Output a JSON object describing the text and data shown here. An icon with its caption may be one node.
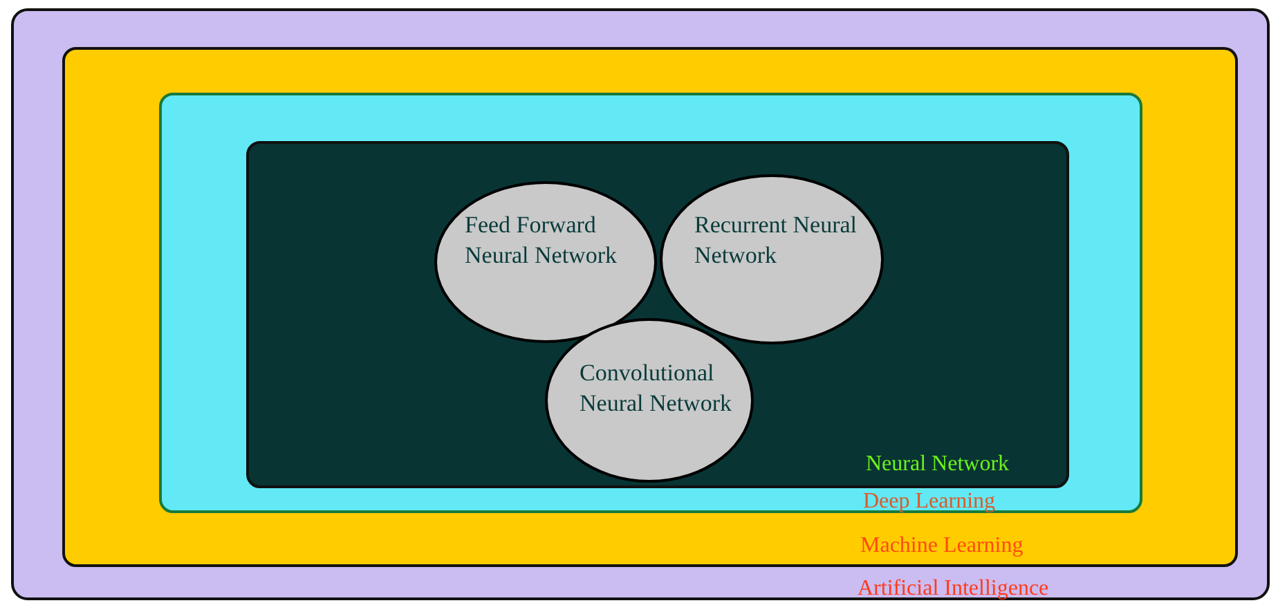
{
  "diagram": {
    "nodes": [
      {
        "text": [
          "Artificial Intelligence"
        ]
      },
      {
        "text": [
          "Machine Learning"
        ],
        "in": 0
      },
      {
        "text": [
          "Deep Learning"
        ],
        "in": 1
      },
      {
        "text": [
          "Neural Network"
        ],
        "in": 2
      },
      {
        "text": [
          "Feed Forward Neural Network"
        ],
        "in": 3
      },
      {
        "text": [
          "Recurrent Neural Network"
        ],
        "in": 3
      },
      {
        "text": [
          "Convolutional Neural Network"
        ],
        "in": 3
      }
    ]
  }
}
